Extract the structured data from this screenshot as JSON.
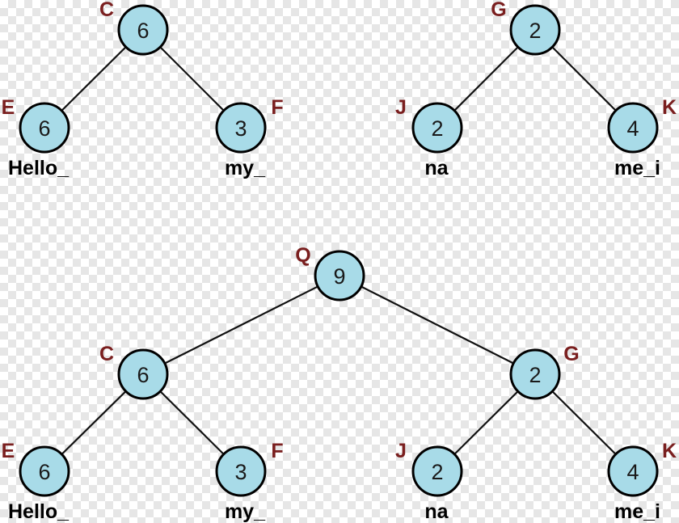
{
  "accent_colors": {
    "node_fill": "#a8dbe8",
    "node_letter": "#7a1f1f",
    "edge": "#111111"
  },
  "trees": [
    {
      "name": "tree-c",
      "nodes": [
        {
          "id": "C",
          "letter": "C",
          "value": "6"
        },
        {
          "id": "E",
          "letter": "E",
          "value": "6",
          "word": "Hello_"
        },
        {
          "id": "F",
          "letter": "F",
          "value": "3",
          "word": "my_"
        }
      ],
      "edges": [
        [
          "C",
          "E"
        ],
        [
          "C",
          "F"
        ]
      ]
    },
    {
      "name": "tree-g",
      "nodes": [
        {
          "id": "G",
          "letter": "G",
          "value": "2"
        },
        {
          "id": "J",
          "letter": "J",
          "value": "2",
          "word": "na"
        },
        {
          "id": "K",
          "letter": "K",
          "value": "4",
          "word": "me_i"
        }
      ],
      "edges": [
        [
          "G",
          "J"
        ],
        [
          "G",
          "K"
        ]
      ]
    },
    {
      "name": "tree-q",
      "nodes": [
        {
          "id": "Q",
          "letter": "Q",
          "value": "9"
        },
        {
          "id": "C",
          "letter": "C",
          "value": "6"
        },
        {
          "id": "G",
          "letter": "G",
          "value": "2"
        },
        {
          "id": "E",
          "letter": "E",
          "value": "6",
          "word": "Hello_"
        },
        {
          "id": "F",
          "letter": "F",
          "value": "3",
          "word": "my_"
        },
        {
          "id": "J",
          "letter": "J",
          "value": "2",
          "word": "na"
        },
        {
          "id": "K",
          "letter": "K",
          "value": "4",
          "word": "me_i"
        }
      ],
      "edges": [
        [
          "Q",
          "C"
        ],
        [
          "Q",
          "G"
        ],
        [
          "C",
          "E"
        ],
        [
          "C",
          "F"
        ],
        [
          "G",
          "J"
        ],
        [
          "G",
          "K"
        ]
      ]
    }
  ]
}
